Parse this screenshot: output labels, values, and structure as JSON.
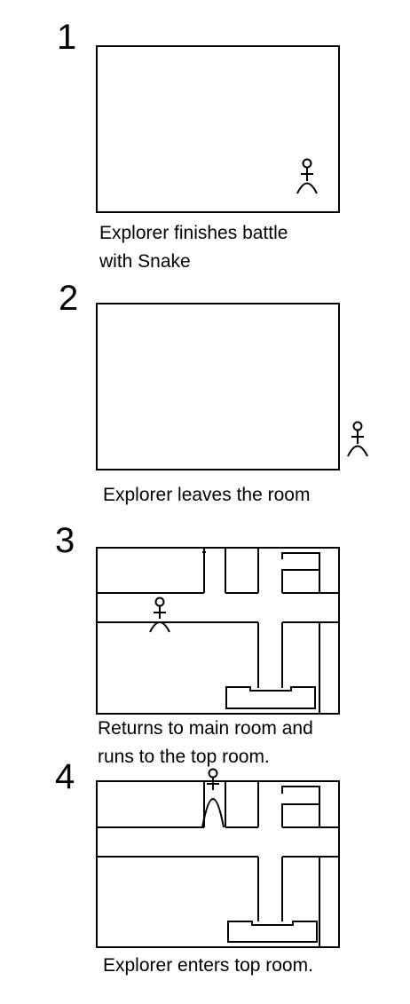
{
  "panels": [
    {
      "number": "1",
      "caption_lines": [
        "Explorer finishes battle",
        "with Snake"
      ]
    },
    {
      "number": "2",
      "caption_lines": [
        "Explorer leaves the room"
      ]
    },
    {
      "number": "3",
      "caption_lines": [
        "Returns to main room and",
        "runs to the top room."
      ]
    },
    {
      "number": "4",
      "caption_lines": [
        "Explorer enters top room."
      ]
    }
  ]
}
